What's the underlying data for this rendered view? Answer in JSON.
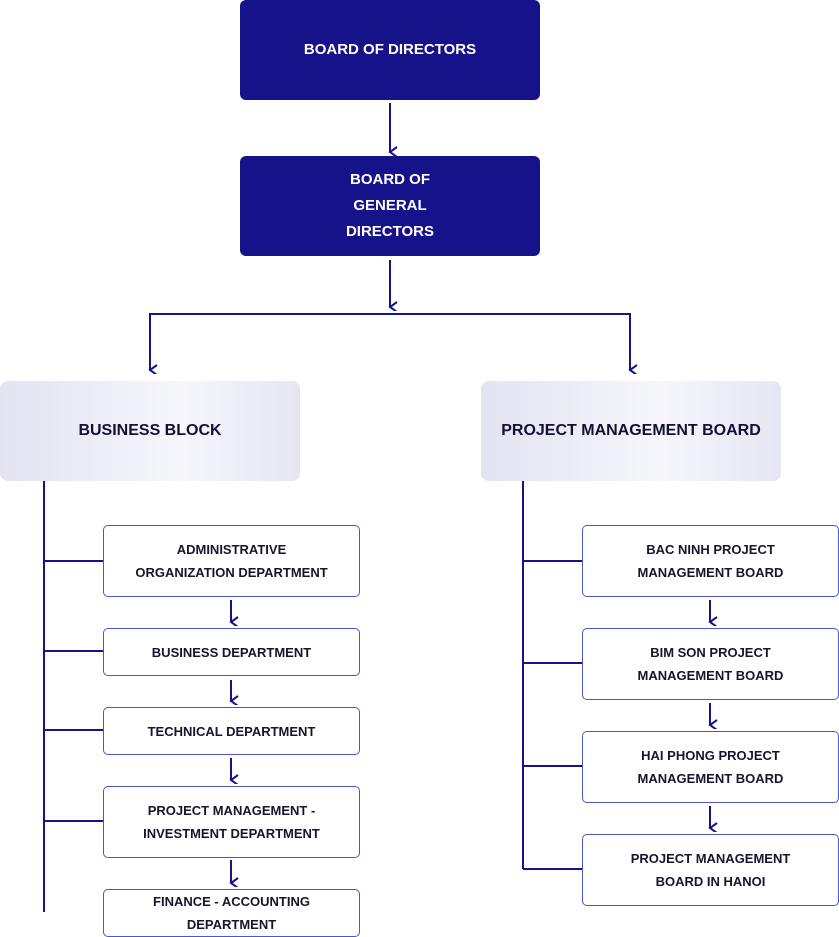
{
  "top": {
    "board_of_directors": "BOARD OF DIRECTORS",
    "general_directors": "BOARD OF GENERAL DIRECTORS"
  },
  "branches": {
    "business_block": "BUSINESS BLOCK",
    "project_management_board": "PROJECT MANAGEMENT BOARD"
  },
  "business_departments": [
    "ADMINISTRATIVE ORGANIZATION DEPARTMENT",
    "BUSINESS DEPARTMENT",
    "TECHNICAL DEPARTMENT",
    "PROJECT MANAGEMENT - INVESTMENT DEPARTMENT",
    "FINANCE - ACCOUNTING DEPARTMENT"
  ],
  "project_boards": [
    "BAC NINH PROJECT MANAGEMENT BOARD",
    "BIM SON PROJECT MANAGEMENT BOARD",
    "HAI PHONG PROJECT MANAGEMENT BOARD",
    "PROJECT MANAGEMENT BOARD IN HANOI"
  ],
  "colors": {
    "primary": "#16138a",
    "connector": "#16138a",
    "dept_border": "#4b57c9"
  }
}
